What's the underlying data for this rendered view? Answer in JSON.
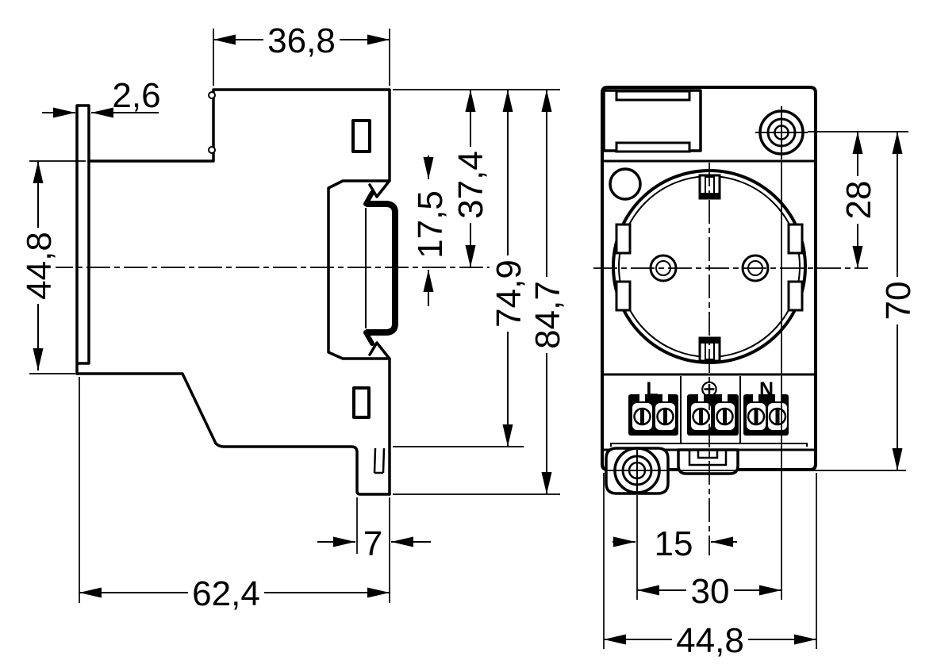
{
  "drawing": {
    "kind": "technical-dimension-drawing",
    "units": "mm",
    "line_color": "#000000",
    "background_color": "#ffffff",
    "views": [
      {
        "id": "side-view",
        "description": "side profile of DIN-rail socket module"
      },
      {
        "id": "front-view",
        "description": "front face with Schuko socket, mounting screws and terminals"
      }
    ]
  },
  "dims": {
    "sv_top_width": "36,8",
    "sv_flange_thickness": "2,6",
    "sv_rear_height": "44,8",
    "sv_slot_to_center": "17,5",
    "sv_top_to_center": "37,4",
    "sv_depth_body": "74,9",
    "sv_depth_total": "84,7",
    "sv_foot_width": "7",
    "sv_base_depth": "62,4",
    "fv_screw_to_center": "28",
    "fv_screw_spacing_vertical": "70",
    "fv_screw_to_centerline": "15",
    "fv_screw_spacing_horizontal": "30",
    "fv_width": "44,8"
  },
  "terminals": {
    "line": "L",
    "earth_symbol": "⊕",
    "neutral": "N"
  }
}
